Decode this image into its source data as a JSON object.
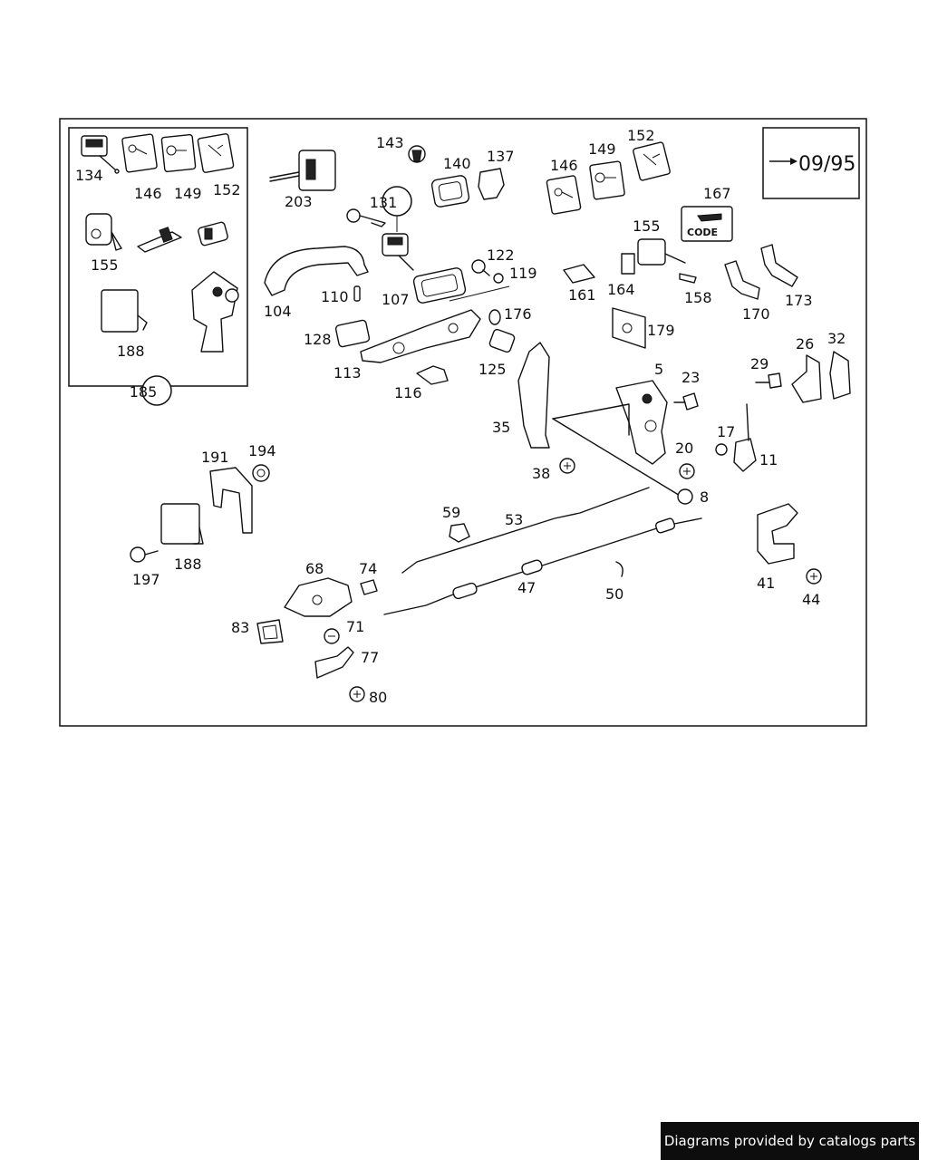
{
  "diagram": {
    "part_numbers": [
      "134",
      "146",
      "149",
      "152",
      "155",
      "188",
      "185",
      "203",
      "143",
      "140",
      "137",
      "131",
      "110",
      "104",
      "107",
      "122",
      "119",
      "176",
      "128",
      "113",
      "116",
      "125",
      "146",
      "149",
      "152",
      "167",
      "155",
      "161",
      "164",
      "158",
      "170",
      "173",
      "179",
      "5",
      "23",
      "29",
      "26",
      "32",
      "35",
      "17",
      "20",
      "11",
      "38",
      "8",
      "191",
      "194",
      "188",
      "197",
      "59",
      "53",
      "47",
      "50",
      "68",
      "74",
      "83",
      "71",
      "77",
      "80",
      "41",
      "44"
    ],
    "date_box": "09/95",
    "code_tag": "CODE"
  },
  "footer": {
    "text": "Diagrams provided by catalogs parts"
  }
}
